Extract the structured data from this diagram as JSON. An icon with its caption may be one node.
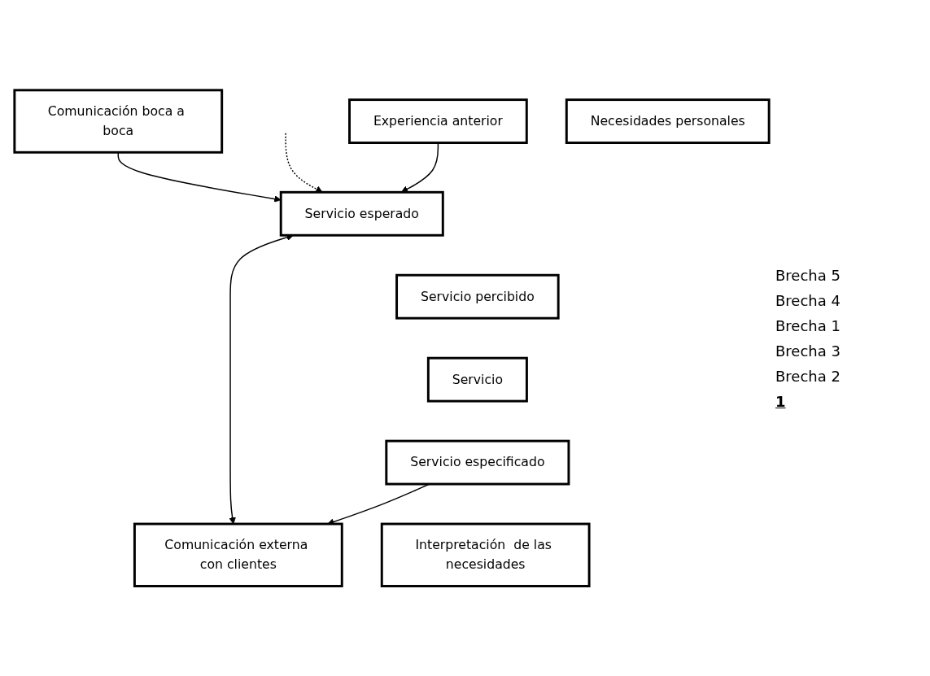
{
  "diagram": {
    "nodes": [
      {
        "text": [
          "Comunicación boca a boca"
        ]
      },
      {
        "text": [
          "Necesidades personales"
        ]
      },
      {
        "text": [
          "Experiencia anterior"
        ]
      },
      {
        "text": [
          "Servicio esperado"
        ]
      },
      {
        "text": [
          "Servicio percibido"
        ]
      },
      {
        "text": [
          "Servicio"
        ]
      },
      {
        "text": [
          "Comunicación externa con clientes"
        ]
      },
      {
        "text": [
          "Servicio especificado"
        ]
      },
      {
        "text": [
          "Interpretación  de las necesidades"
        ]
      }
    ],
    "edges": [
      {
        "from": 0,
        "to": 3,
        "arrow": "to"
      },
      {
        "from": null,
        "to": 3,
        "arrow": "to",
        "style": "dashed"
      },
      {
        "from": 2,
        "to": 3,
        "arrow": "to"
      },
      {
        "from": 3,
        "to": 6,
        "arrow": "both"
      },
      {
        "from": 7,
        "to": 6,
        "arrow": "to"
      }
    ],
    "labels": [
      "Brecha 5",
      "Brecha 4",
      "Brecha 1",
      "Brecha 3",
      "Brecha 2",
      "1"
    ]
  }
}
